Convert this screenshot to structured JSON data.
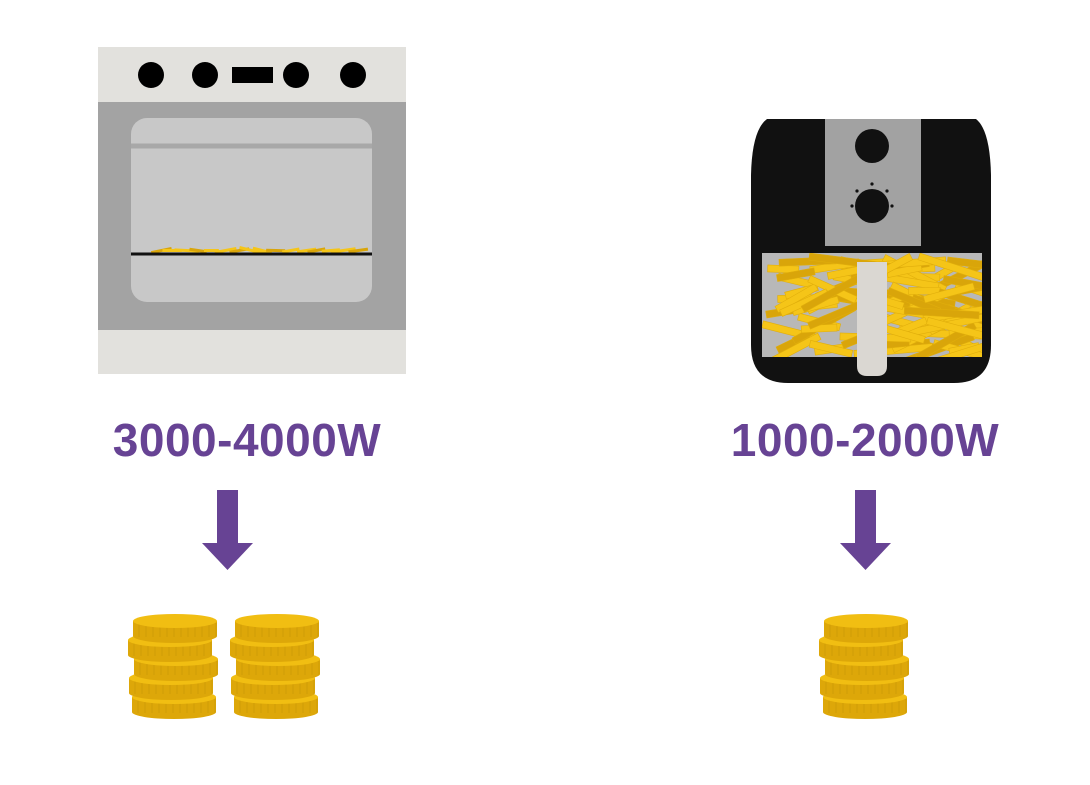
{
  "colors": {
    "accent": "#674394",
    "coin": "#F1BE12",
    "coin_dark": "#DDA709",
    "fries": "#F5C518",
    "fries_dark": "#D9A50A"
  },
  "oven": {
    "icon": "oven-icon",
    "wattage": "3000-4000W",
    "coin_stacks": 2
  },
  "air_fryer": {
    "icon": "air-fryer-icon",
    "wattage": "1000-2000W",
    "coin_stacks": 1
  }
}
